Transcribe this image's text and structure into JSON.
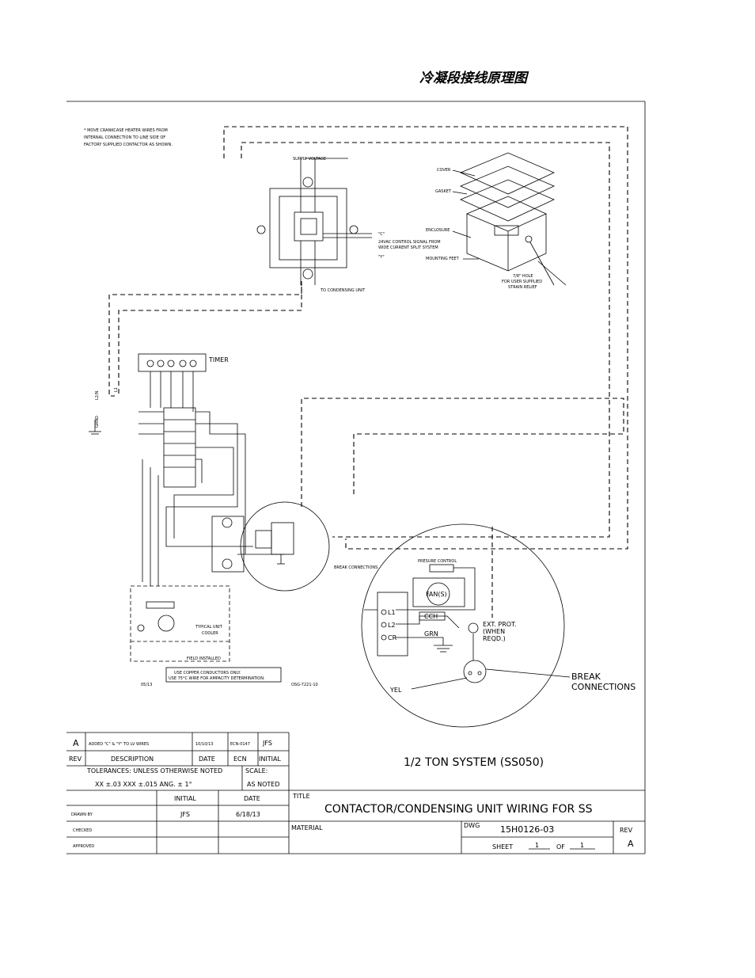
{
  "page": {
    "title": "冷凝段接线原理图"
  },
  "notes": {
    "move_heater_1": "* MOVE CRANKCASE HEATER WIRES FROM",
    "move_heater_2": "INTERNAL CONNECTION TO LINE SIDE OF",
    "move_heater_3": "FACTORY SUPPLIED CONTACTOR AS SHOWN."
  },
  "enclosure": {
    "supply_voltage": "SUPPLY VOLTAGE",
    "to_condensing_unit": "TO CONDENSING UNIT",
    "control_signal": "24VAC CONTROL SIGNAL FROM",
    "control_signal_2": "WIDE CURRENT SPLIT SYSTEM",
    "cover": "COVER",
    "gasket": "GASKET",
    "enclosure": "ENCLOSURE",
    "mounting_feet": "MOUNTING FEET",
    "hole_1": "7/8\" HOLE",
    "hole_2": "FOR USER SUPPLIED",
    "hole_3": "STRAIN RELIEF",
    "c_label": "\"C\"",
    "y_label": "\"Y\""
  },
  "wiring": {
    "timer": "TIMER",
    "l2n": "L2/N",
    "l1": "L1",
    "grnd": "GRND",
    "typical_unit_cooler_1": "TYPICAL UNIT",
    "typical_unit_cooler_2": "COOLER",
    "field_installed": "FIELD INSTALLED",
    "break_connections_small": "BREAK CONNECTIONS",
    "copper_note_1": "USE COPPER CONDUCTORS ONLY.",
    "copper_note_2": "USE 75°C WIRE FOR AMPACITY DETERMINATION.",
    "drawing_ref": "OSG-7221-10",
    "date_small": "05/13"
  },
  "detail": {
    "pressure_control": "PRESURE CONTROL",
    "fan": "FAN(S)",
    "l1": "L1",
    "l2": "L2",
    "cr": "CR",
    "cch": "CCH",
    "grn": "GRN",
    "ext_prot_1": "EXT. PROT.",
    "ext_prot_2": "(WHEN",
    "ext_prot_3": "REQD.)",
    "yel": "YEL",
    "break_1": "BREAK",
    "break_2": "CONNECTIONS"
  },
  "title_block": {
    "rev_letter": "A",
    "rev_description": "ADDED \"C\" & \"Y\" TO LV WIRES",
    "rev_date": "10/10/13",
    "rev_ecn": "ECN-0147",
    "rev_initial": "JFS",
    "rev_header": "REV",
    "description_header": "DESCRIPTION",
    "date_header": "DATE",
    "ecn_header": "ECN",
    "initial_header": "INITIAL",
    "tolerances": "TOLERANCES: UNLESS OTHERWISE NOTED",
    "tolerance_values": "XX ±.03   XXX ±.015   ANG. ± 1°",
    "scale_label": "SCALE:",
    "scale_value": "AS NOTED",
    "system": "1/2 TON SYSTEM (SS050)",
    "initial_label": "INITIAL",
    "date_label": "DATE",
    "title_label": "TITLE",
    "title_value": "CONTACTOR/CONDENSING UNIT WIRING FOR SS",
    "drawn_by_label": "DRAWN BY",
    "drawn_by": "JFS",
    "drawn_date": "6/18/13",
    "checked_label": "CHECKED",
    "approved_label": "APPROVED",
    "material_label": "MATERIAL",
    "dwg_label": "DWG",
    "dwg_number": "15H0126-03",
    "rev_label": "REV",
    "rev_value": "A",
    "sheet_label": "SHEET",
    "sheet_number": "1",
    "of_label": "OF",
    "sheet_total": "1"
  }
}
